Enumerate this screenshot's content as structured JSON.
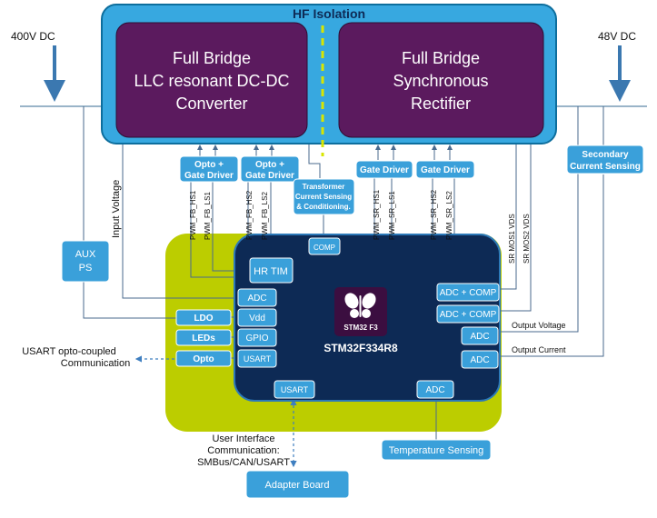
{
  "colors": {
    "isolation_fill": "#37a8e0",
    "bridge_fill": "#5b1a5e",
    "block_fill": "#3aa0da",
    "mcu_fill": "#0d2a55",
    "board_fill": "#bccd00",
    "line": "#5e86a8"
  },
  "labels": {
    "hf_isolation": "HF Isolation",
    "input_dc": "400V DC",
    "output_dc": "48V DC",
    "llc_line1": "Full Bridge",
    "llc_line2": "LLC resonant DC-DC",
    "llc_line3": "Converter",
    "sr_line1": "Full Bridge",
    "sr_line2": "Synchronous",
    "sr_line3": "Rectifier",
    "opto1_line1": "Opto +",
    "opto1_line2": "Gate Driver",
    "opto2_line1": "Opto +",
    "opto2_line2": "Gate Driver",
    "gate_driver1": "Gate Driver",
    "gate_driver2": "Gate Driver",
    "secondary_line1": "Secondary",
    "secondary_line2": "Current Sensing",
    "transformer_line1": "Transformer",
    "transformer_line2": "Current Sensing",
    "transformer_line3": "& Conditioning.",
    "comp": "COMP",
    "aux_line1": "AUX",
    "aux_line2": "PS",
    "input_voltage": "Input Voltage",
    "pwm_fb_hs1": "PWM_FB_HS1",
    "pwm_fb_ls1": "PWM_FB_LS1",
    "pwm_fb_hs2": "PWM_FB_HS2",
    "pwm_fb_ls2": "PWM_FB_LS2",
    "pwm_sr_hs1": "PWM_SR_HS1",
    "pwm_sr_ls1": "PWM_SR_LS1",
    "pwm_sr_hs2": "PWM_SR_HS2",
    "pwm_sr_ls2": "PWM_SR_LS2",
    "sr_mos1_vds": "SR MOS1 VDS",
    "sr_mos2_vds": "SR MOS2 VDS",
    "hr_tim": "HR TIM",
    "adc": "ADC",
    "vdd": "Vdd",
    "gpio": "GPIO",
    "usart": "USART",
    "usart_bottom": "USART",
    "adc_bottom": "ADC",
    "adc_comp1": "ADC + COMP",
    "adc_comp2": "ADC + COMP",
    "adc_right1": "ADC",
    "adc_right2": "ADC",
    "ldo": "LDO",
    "leds": "LEDs",
    "opto": "Opto",
    "logo_text": "STM32 F3",
    "mcu_name": "STM32F334R8",
    "output_voltage": "Output Voltage",
    "output_current": "Output Current",
    "usart_comm_line1": "USART opto-coupled",
    "usart_comm_line2": "Communication",
    "ui_line1": "User Interface",
    "ui_line2": "Communication:",
    "ui_line3": "SMBus/CAN/USART",
    "temperature_sensing": "Temperature Sensing",
    "adapter_board": "Adapter Board"
  }
}
